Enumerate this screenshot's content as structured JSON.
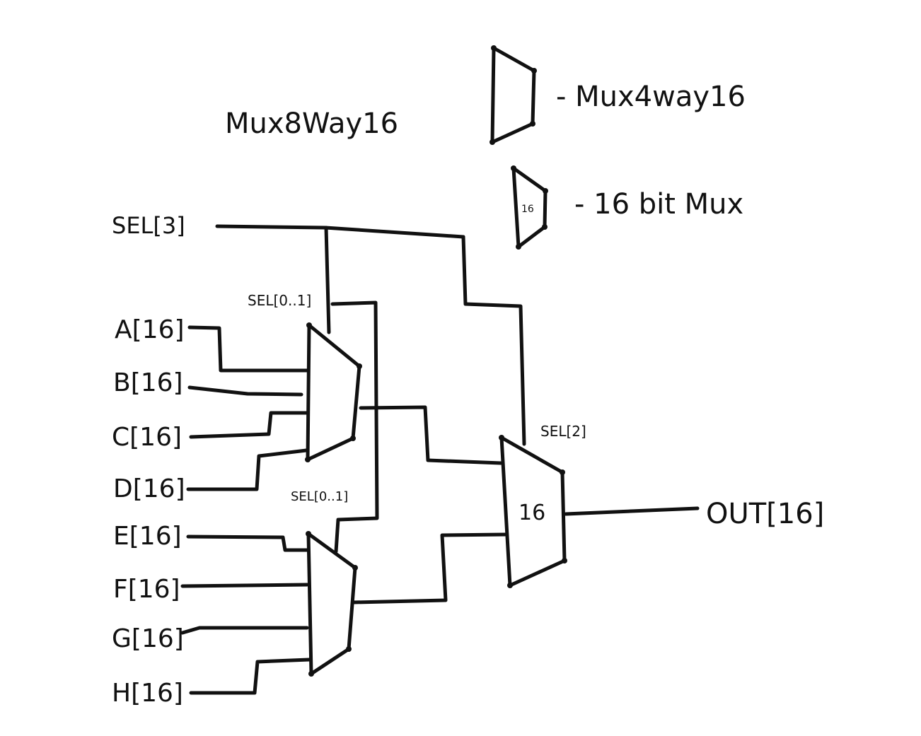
{
  "title": "Mux8Way16",
  "legend": {
    "mux4way_label": "- Mux4way16",
    "mux16_label": "- 16 bit Mux",
    "mux16_inner": "16"
  },
  "inputs": {
    "sel3": "SEL[3]",
    "a": "A[16]",
    "b": "B[16]",
    "c": "C[16]",
    "d": "D[16]",
    "e": "E[16]",
    "f": "F[16]",
    "g": "G[16]",
    "h": "H[16]"
  },
  "selects": {
    "upper": "SEL[0..1]",
    "lower": "SEL[0..1]",
    "final": "SEL[2]"
  },
  "final_mux_inner": "16",
  "output": "OUT[16]"
}
